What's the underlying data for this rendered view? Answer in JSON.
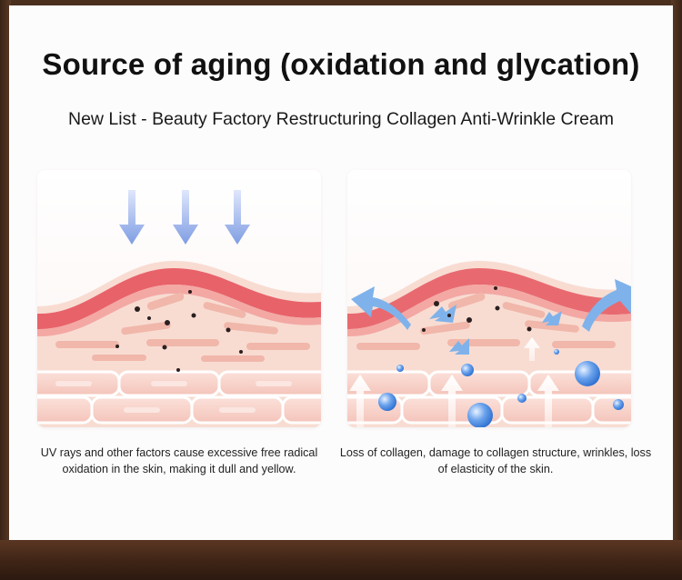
{
  "title": "Source of aging (oxidation and glycation)",
  "subtitle": "New List - Beauty Factory Restructuring Collagen Anti-Wrinkle Cream",
  "panels": [
    {
      "caption": "UV rays and other factors cause excessive free radical oxidation in the skin, making it dull and yellow."
    },
    {
      "caption": "Loss of collagen, damage to collagen structure, wrinkles, loss of elasticity of the skin."
    }
  ],
  "colors": {
    "skin_top": "#f6d4c8",
    "collagen_band": "#e8626a",
    "cell_fill": "#f7cfc6",
    "uv_arrow": "#8aa6e6",
    "escape_arrow": "#7fb2ea",
    "water_drop": "#4d8be0",
    "frame": "#3a2518"
  }
}
